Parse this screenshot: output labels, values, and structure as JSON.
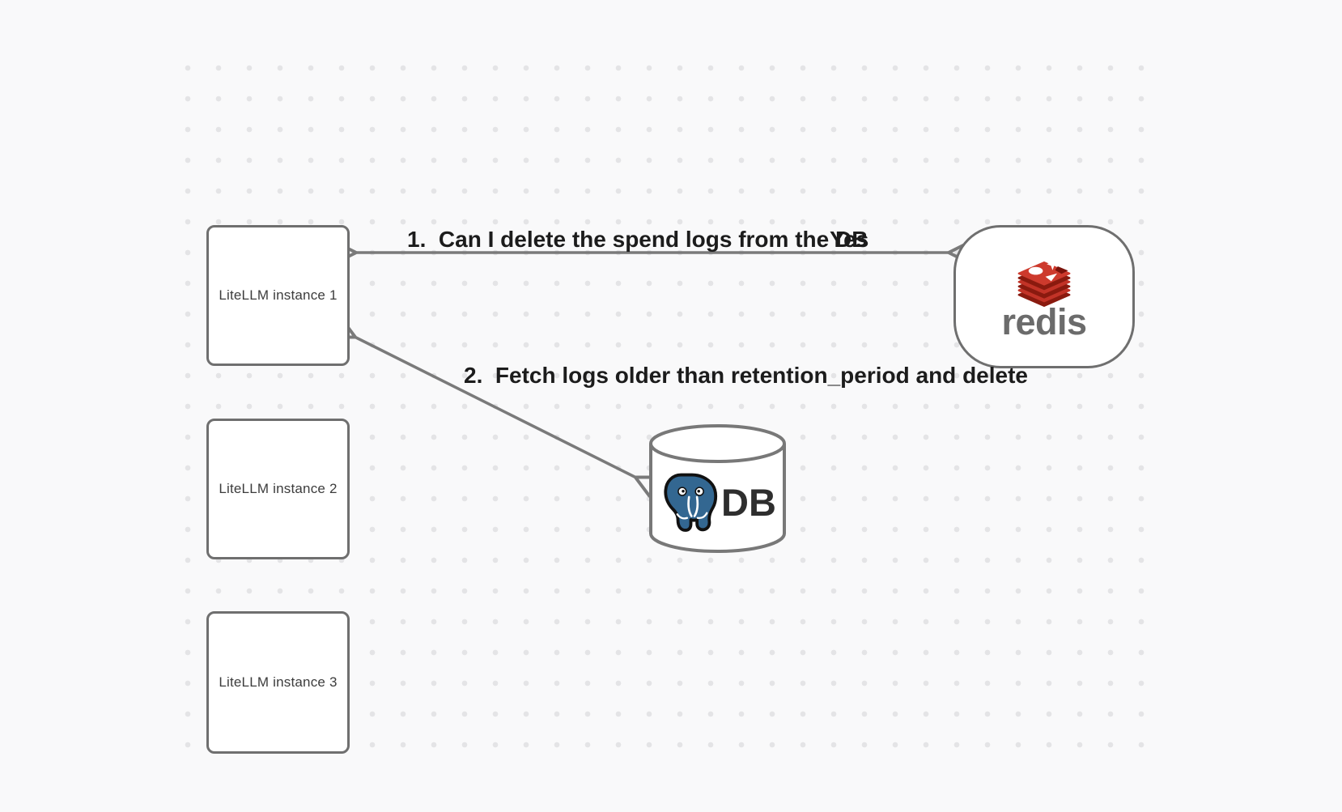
{
  "diagram": {
    "instances": [
      {
        "label": "LiteLLM instance 1"
      },
      {
        "label": "LiteLLM instance 2"
      },
      {
        "label": "LiteLLM instance 3"
      }
    ],
    "redis": {
      "wordmark": "redis"
    },
    "db": {
      "label": "DB"
    },
    "edges": {
      "edge1": {
        "label": "1.  Can I delete the spend logs from the DB",
        "answer": "Yes"
      },
      "edge2": {
        "label": "2.  Fetch logs older than retention_period and delete"
      }
    },
    "colors": {
      "background": "#f9f9fa",
      "grid_dot": "#e4e4e6",
      "node_border": "#6f6f6f",
      "arrow": "#7a7a7a",
      "label_text": "#1c1c1c",
      "redis_red": "#c6302b",
      "redis_dark_red": "#8a1a0f",
      "postgres_blue": "#336791"
    }
  }
}
